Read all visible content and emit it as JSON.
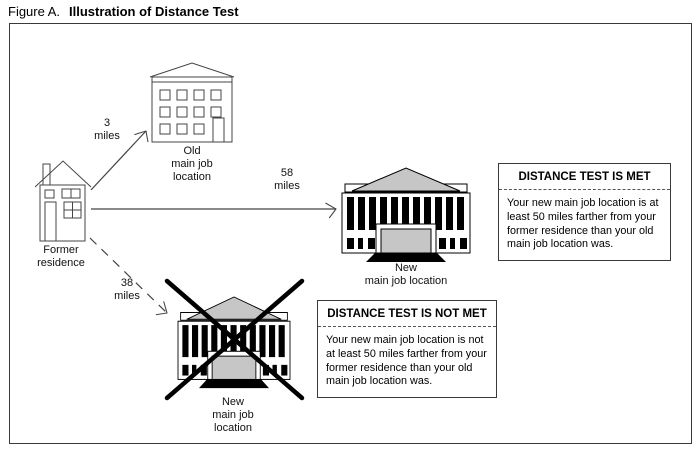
{
  "figure": {
    "label": "Figure A.",
    "title": "Illustration of Distance Test"
  },
  "diagram": {
    "former_residence": {
      "label": "Former\nresidence"
    },
    "old_job": {
      "label": "Old\nmain job\nlocation"
    },
    "new_job_met": {
      "label": "New\nmain job location"
    },
    "new_job_not_met": {
      "label": "New\nmain job\nlocation"
    },
    "distances": {
      "to_old": "3\nmiles",
      "to_new_met": "58\nmiles",
      "to_new_not_met": "38\nmiles"
    },
    "met_box": {
      "title": "DISTANCE TEST IS MET",
      "body": "Your new main job location is at least 50 miles farther from your former residence than your old main job location was."
    },
    "not_met_box": {
      "title": "DISTANCE TEST IS NOT MET",
      "body": "Your new main job location is not at least 50 miles farther from your former residence than your old main job location was."
    },
    "colors": {
      "line": "#000000",
      "outline_gray": "#444444",
      "building_gray": "#c6c6c6",
      "frame_border": "#3a3a3a"
    }
  }
}
